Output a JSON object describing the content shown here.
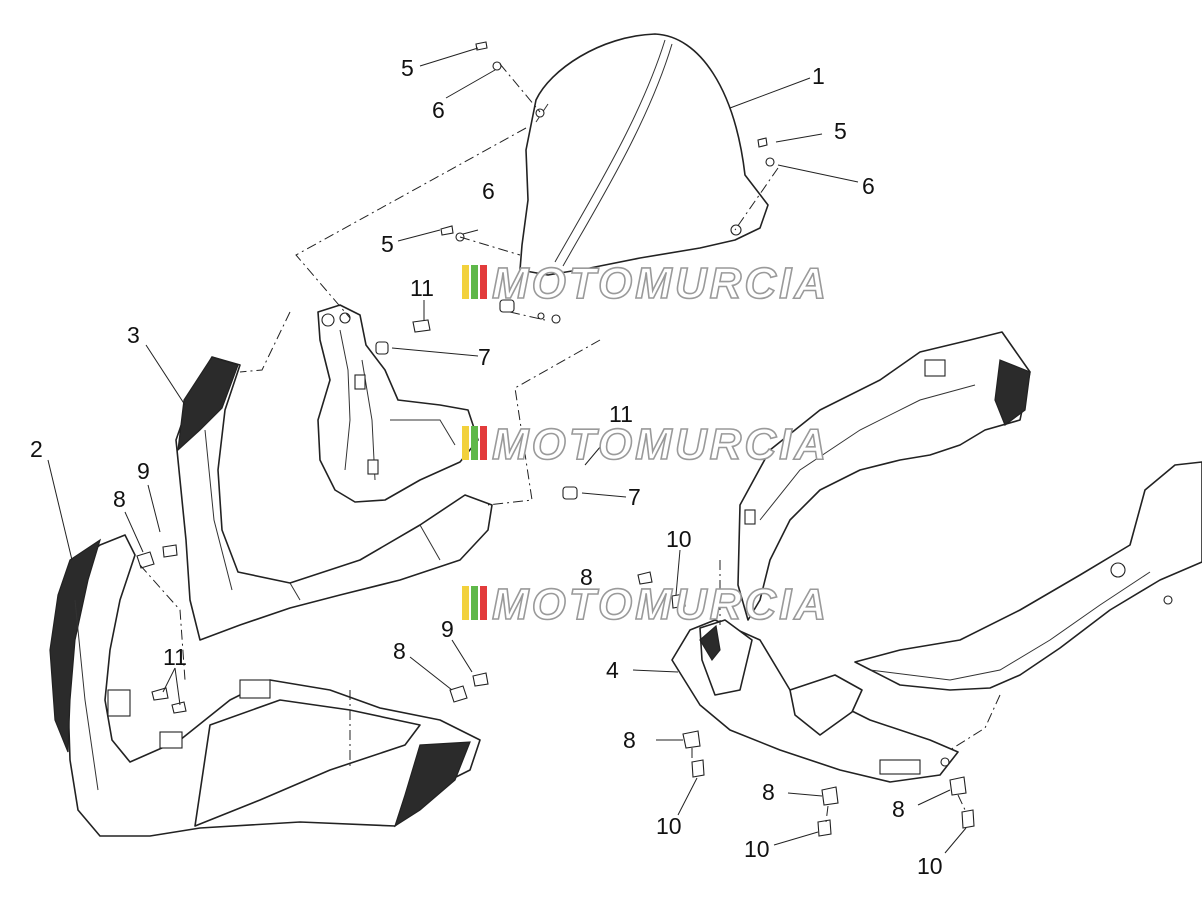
{
  "callouts": [
    {
      "id": "c1",
      "label": "1"
    },
    {
      "id": "c2",
      "label": "2"
    },
    {
      "id": "c3",
      "label": "3"
    },
    {
      "id": "c4",
      "label": "4"
    },
    {
      "id": "c5a",
      "label": "5"
    },
    {
      "id": "c5b",
      "label": "5"
    },
    {
      "id": "c5c",
      "label": "5"
    },
    {
      "id": "c6a",
      "label": "6"
    },
    {
      "id": "c6b",
      "label": "6"
    },
    {
      "id": "c6c",
      "label": "6"
    },
    {
      "id": "c7a",
      "label": "7"
    },
    {
      "id": "c7b",
      "label": "7"
    },
    {
      "id": "c8a",
      "label": "8"
    },
    {
      "id": "c8b",
      "label": "8"
    },
    {
      "id": "c8c",
      "label": "8"
    },
    {
      "id": "c8d",
      "label": "8"
    },
    {
      "id": "c8e",
      "label": "8"
    },
    {
      "id": "c8f",
      "label": "8"
    },
    {
      "id": "c9a",
      "label": "9"
    },
    {
      "id": "c9b",
      "label": "9"
    },
    {
      "id": "c10a",
      "label": "10"
    },
    {
      "id": "c10b",
      "label": "10"
    },
    {
      "id": "c10c",
      "label": "10"
    },
    {
      "id": "c10d",
      "label": "10"
    },
    {
      "id": "c11a",
      "label": "11"
    },
    {
      "id": "c11b",
      "label": "11"
    },
    {
      "id": "c11c",
      "label": "11"
    }
  ],
  "watermark": {
    "text": "MOTOMURCIA",
    "stripe_colors": [
      "#f2d13c",
      "#5fb84a",
      "#e23b3b"
    ]
  }
}
